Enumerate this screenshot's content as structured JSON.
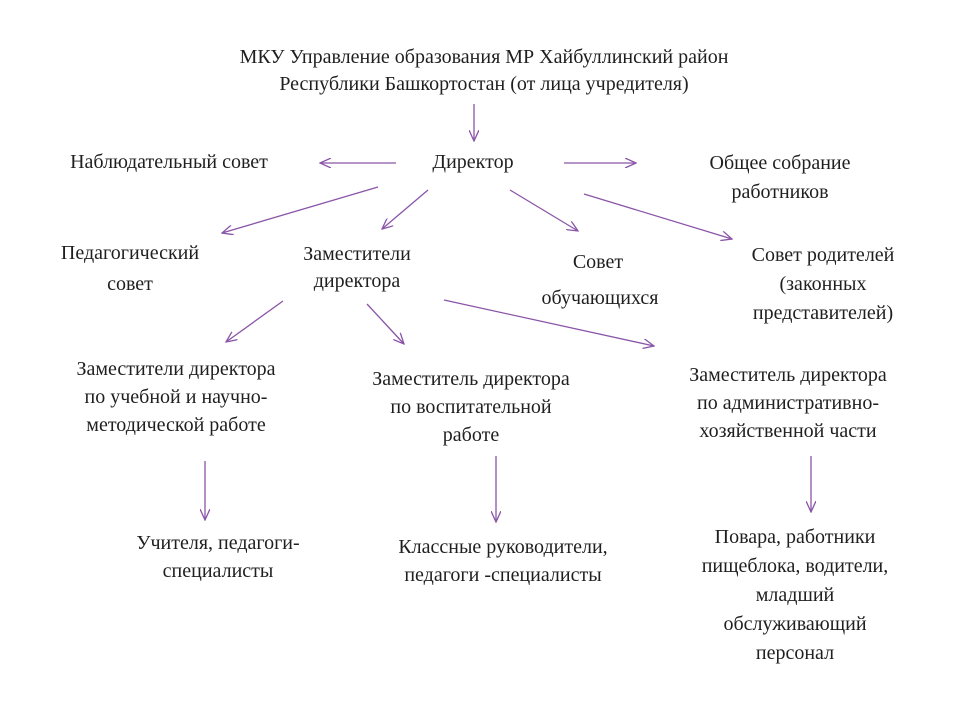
{
  "nodes": {
    "founder": {
      "lines": [
        "МКУ Управление образования МР Хайбуллинский район",
        "Республики Башкортостан (от лица учредителя)"
      ]
    },
    "supervisory_board": {
      "lines": [
        "Наблюдательный совет"
      ]
    },
    "director": {
      "lines": [
        "Директор"
      ]
    },
    "general_meeting": {
      "lines": [
        "Общее собрание",
        "работников"
      ]
    },
    "pedagogical_council": {
      "lines": [
        "Педагогический",
        "совет"
      ]
    },
    "deputy_directors": {
      "lines": [
        "Заместители",
        "директора"
      ]
    },
    "student_council": {
      "lines": [
        "Совет",
        "обучающихся"
      ]
    },
    "parents_council": {
      "lines": [
        "Совет родителей",
        "(законных",
        "представителей)"
      ]
    },
    "deputy_academic": {
      "lines": [
        "Заместители директора",
        "по учебной  и научно-",
        "методической работе"
      ]
    },
    "deputy_educational": {
      "lines": [
        "Заместитель директора",
        "по воспитательной",
        "работе"
      ]
    },
    "deputy_administrative": {
      "lines": [
        "Заместитель директора",
        "по административно-",
        "хозяйственной части"
      ]
    },
    "teachers": {
      "lines": [
        "Учителя, педагоги-",
        "специалисты"
      ]
    },
    "class_teachers": {
      "lines": [
        "Классные руководители,",
        "педагоги -специалисты"
      ]
    },
    "service_staff": {
      "lines": [
        "Повара, работники",
        "пищеблока, водители,",
        "младший",
        "обслуживающий",
        "персонал"
      ]
    }
  },
  "colors": {
    "arrow": "#8a55a8",
    "text": "#1f1f1f"
  }
}
